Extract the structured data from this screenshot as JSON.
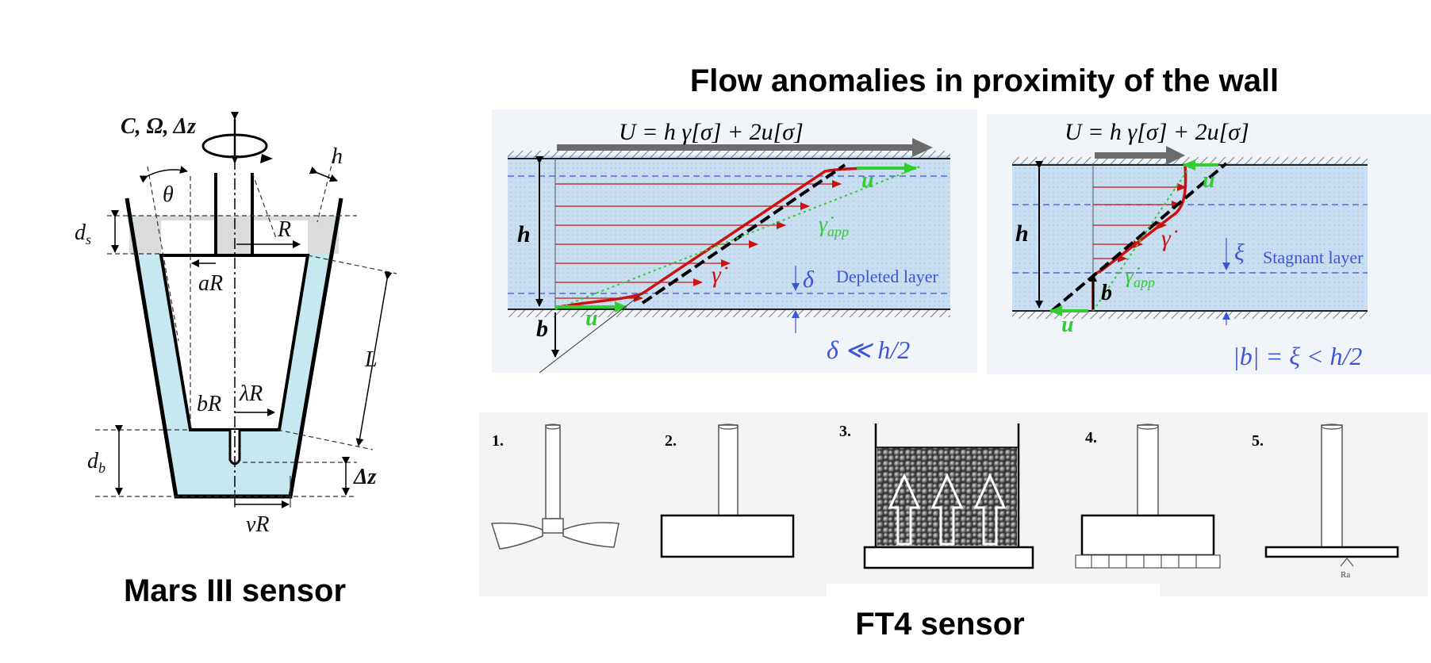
{
  "titles": {
    "main": "Flow anomalies in proximity of the wall",
    "mars": "Mars III sensor",
    "ft4": "FT4 sensor"
  },
  "mars_labels": {
    "torque": "C, Ω, Δz",
    "theta": "θ",
    "h": "h",
    "ds": "d",
    "ds_sub": "s",
    "R": "R",
    "aR": "aR",
    "L": "L",
    "bR": "bR",
    "lambdaR": "λR",
    "db": "d",
    "db_sub": "b",
    "dz": "Δz",
    "nuR": "νR"
  },
  "panel_left": {
    "equation": "U = h γ̇[σ] + 2u[σ]",
    "h": "h",
    "b": "b",
    "u": "u",
    "gamma": "γ̇",
    "gamma_app": "γ̇",
    "gamma_app_sub": "app",
    "delta": "δ",
    "layer": "Depleted layer",
    "condition": "δ ≪ h/2"
  },
  "panel_right": {
    "equation": "U = h γ̇[σ] + 2u[σ]",
    "h": "h",
    "b": "b",
    "u": "u",
    "gamma": "γ̇",
    "gamma_app": "γ̇",
    "gamma_app_sub": "app",
    "xi": "ξ",
    "layer": "Stagnant layer",
    "condition": "|b| = ξ < h/2"
  },
  "ft4_items": [
    "1.",
    "2.",
    "3.",
    "4.",
    "5."
  ],
  "ft4_ra": "Ra",
  "colors": {
    "fluid": "#c6e9f0",
    "panel_bg": "#f1f4f8",
    "channel": "#c8dff0",
    "red": "#cc1111",
    "green": "#33cc33",
    "blue": "#3b55d9",
    "arrow_gray": "#6b6b6b"
  }
}
